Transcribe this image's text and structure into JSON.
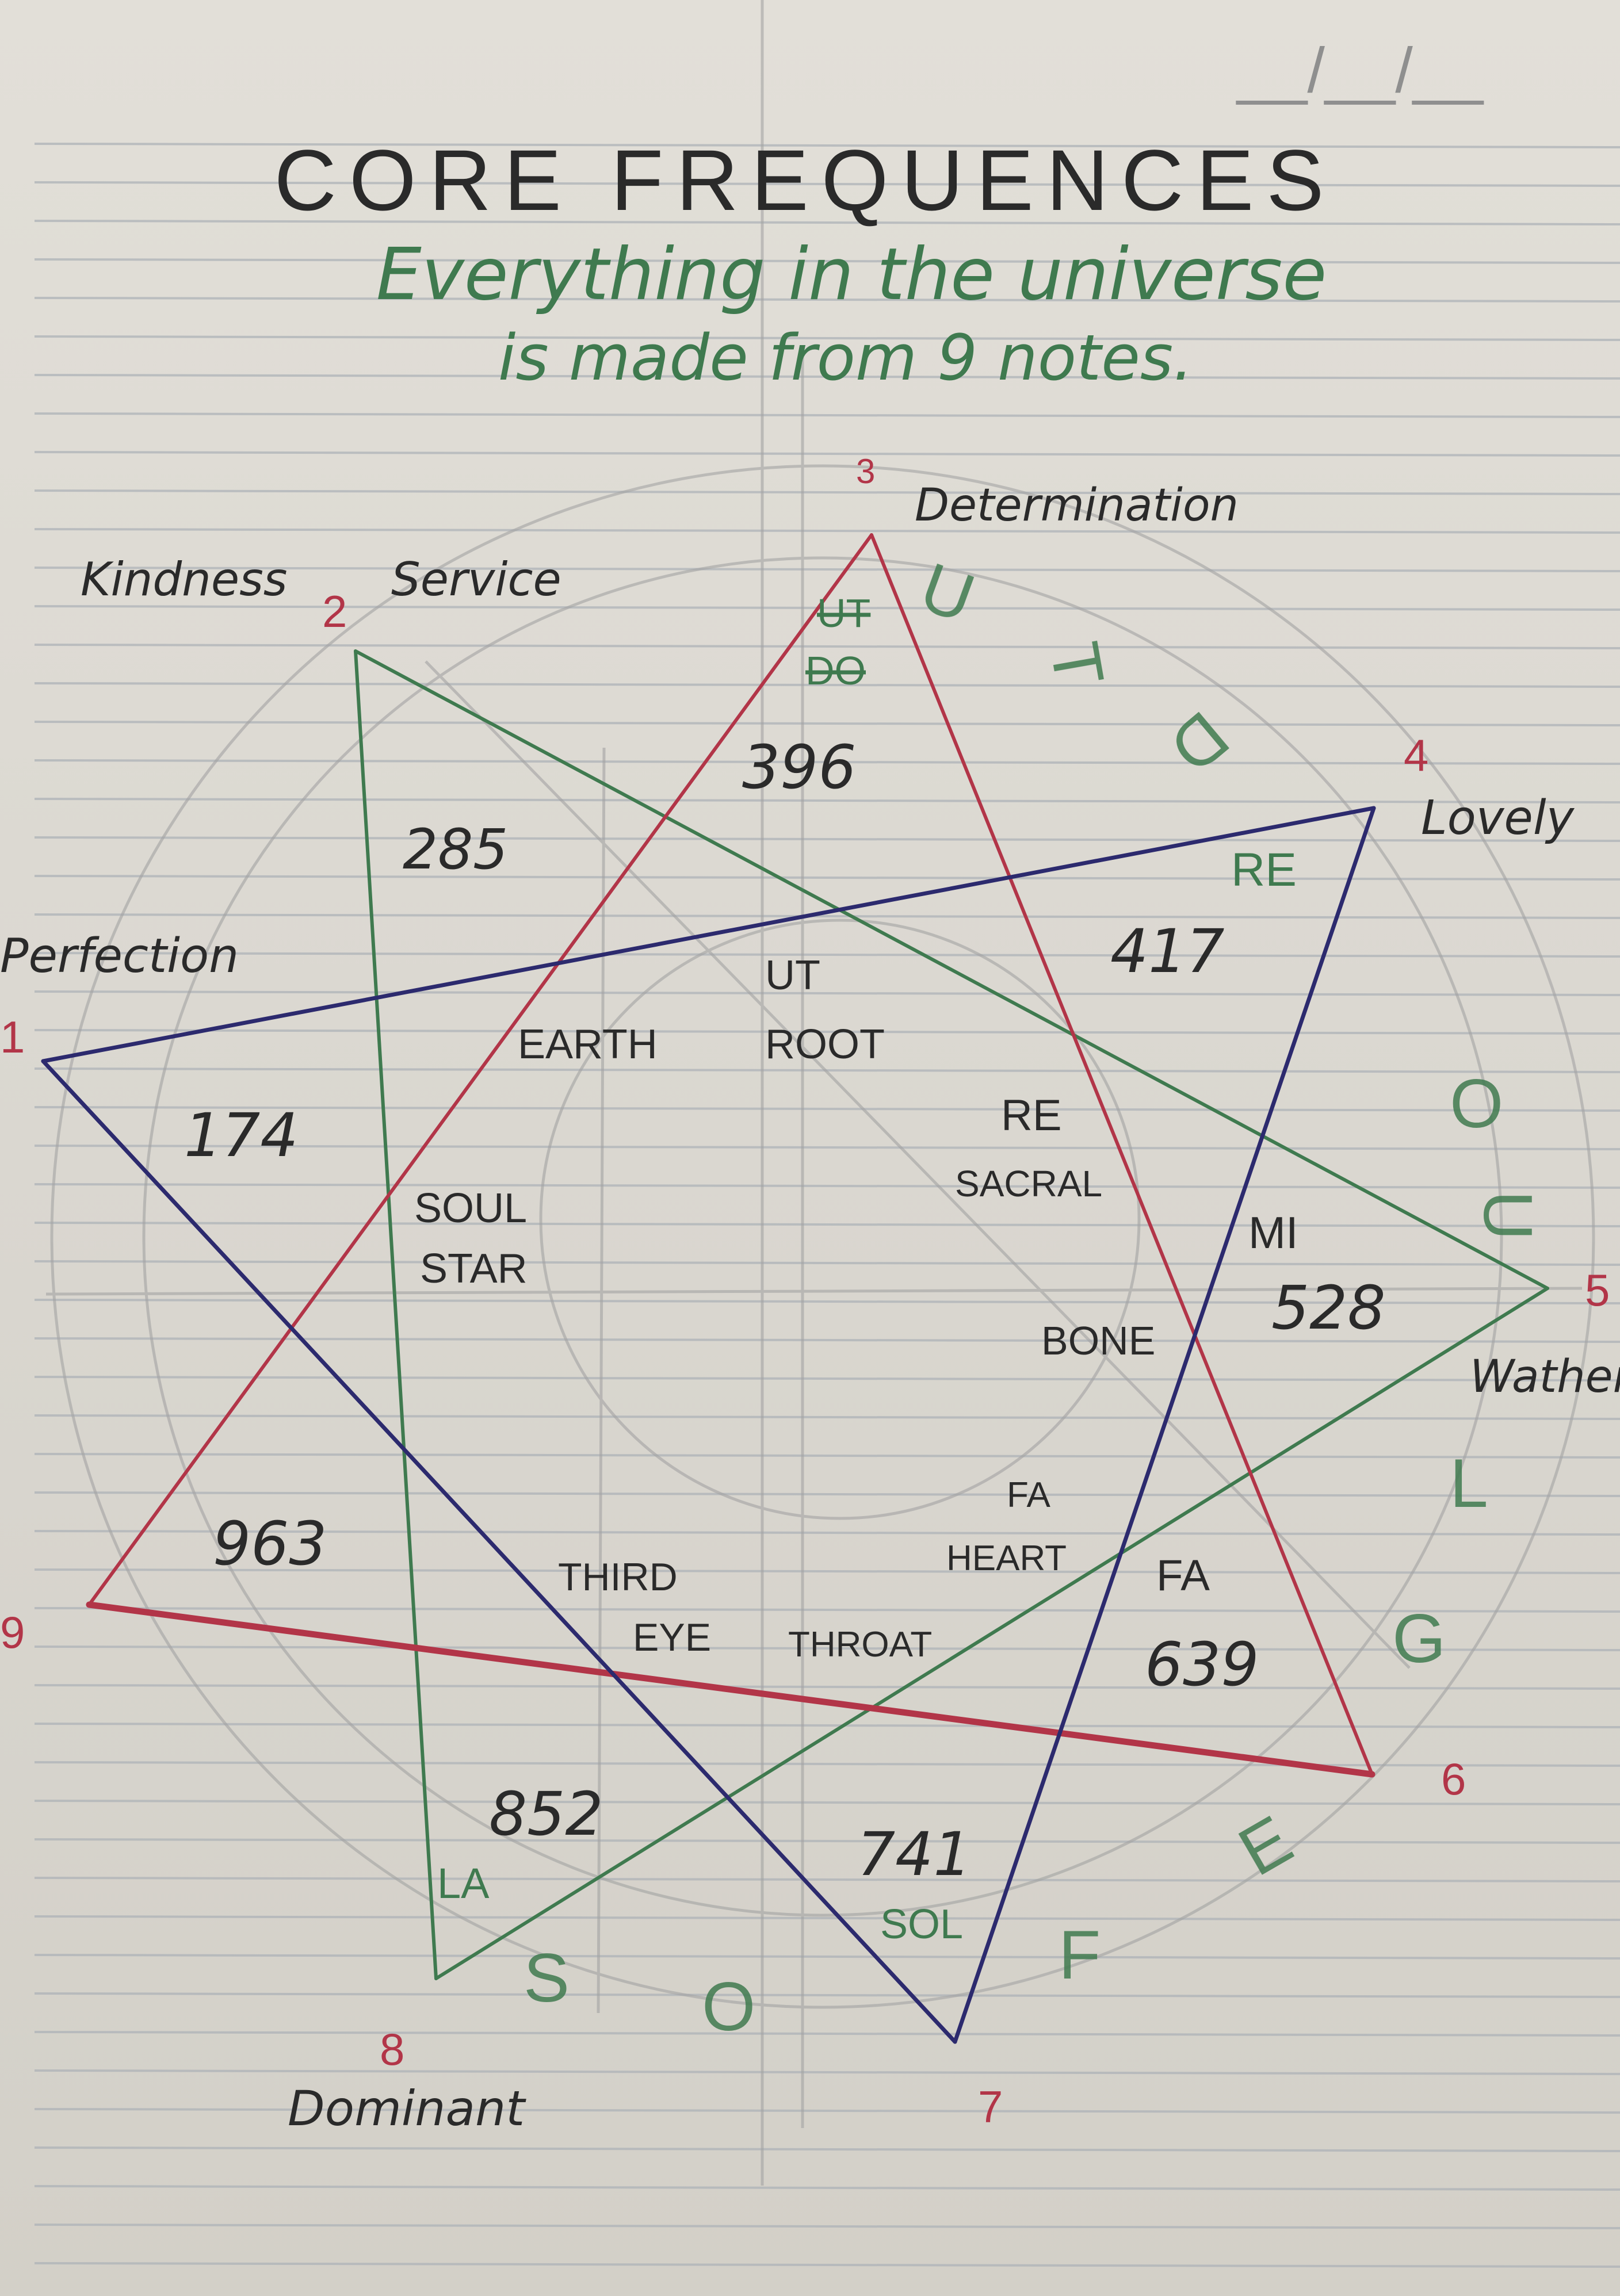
{
  "page": {
    "title": "CORE FREQUENCES",
    "subtitle_line1": "Everything in the universe",
    "subtitle_line2": "is made from 9 notes.",
    "date_stub": "__/__/__"
  },
  "colors": {
    "paper": "#dedbd4",
    "rule": "#aeb3b8",
    "ink_black": "#2a2a2a",
    "ink_green": "#3f7a4f",
    "ink_red": "#b23548",
    "ink_blue": "#2c2a6e",
    "pencil": "#9a9a9a"
  },
  "nodes": [
    {
      "number": "1",
      "word": "Perfection"
    },
    {
      "number": "2",
      "word": "Service",
      "extra": "Kindness"
    },
    {
      "number": "3",
      "word": "Determination"
    },
    {
      "number": "4",
      "word": "Lovely"
    },
    {
      "number": "5",
      "word": "Wather"
    },
    {
      "number": "6",
      "word": ""
    },
    {
      "number": "7",
      "word": ""
    },
    {
      "number": "8",
      "word": "Dominant"
    },
    {
      "number": "9",
      "word": ""
    }
  ],
  "frequencies": [
    "396",
    "285",
    "417",
    "174",
    "528",
    "963",
    "639",
    "852",
    "741"
  ],
  "notes": {
    "ut_strike_1": "UT",
    "ut_strike_2": "DO",
    "re_top": "RE",
    "ut_center": "UT",
    "root": "ROOT",
    "earth": "EARTH",
    "soul": "SOUL",
    "star": "STAR",
    "re_mid": "RE",
    "sacral": "SACRAL",
    "mi": "MI",
    "bone": "BONE",
    "fa_heart": "FA",
    "heart": "HEART",
    "fa_right": "FA",
    "third": "THIRD",
    "eye": "EYE",
    "throat": "THROAT",
    "la": "LA",
    "sol": "SOL"
  },
  "pencil_letters": [
    "U",
    "T",
    "D",
    "O",
    "U",
    "L",
    "G",
    "E",
    "F",
    "S",
    "O"
  ]
}
